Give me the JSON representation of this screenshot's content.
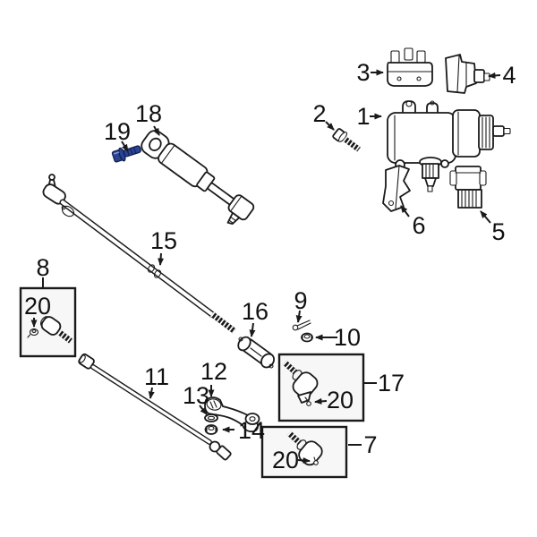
{
  "diagram": {
    "title": "Steering linkage exploded parts diagram",
    "colors": {
      "line": "#1a1a1a",
      "bg": "#ffffff",
      "boxfill": "#f7f7f7",
      "hl": "#2b4393",
      "hld": "#101f4e",
      "hll": "#7d95d8"
    },
    "highlighted_part": "19",
    "labels": {
      "n1": "1",
      "n2": "2",
      "n3": "3",
      "n4": "4",
      "n5": "5",
      "n6": "6",
      "n7": "7",
      "n8": "8",
      "n9": "9",
      "n10": "10",
      "n11": "11",
      "n12": "12",
      "n13": "13",
      "n14": "14",
      "n15": "15",
      "n16": "16",
      "n17": "17",
      "n18": "18",
      "n19": "19",
      "n20a": "20",
      "n20b": "20",
      "n20c": "20"
    }
  }
}
